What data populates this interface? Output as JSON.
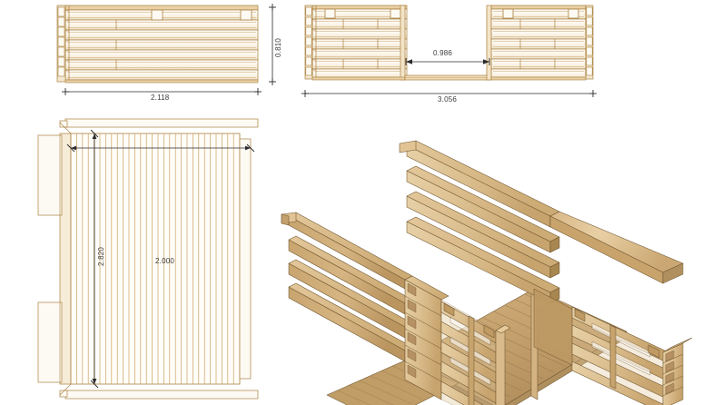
{
  "drawing": {
    "title": "Log carport shelter technical drawing",
    "background_color": "#ffffff",
    "line_color": "#a9803f",
    "fill_light": "#fdfaf3",
    "fill_mid": "#e8cfa4",
    "fill_dark": "#c9a163",
    "dimension_color": "#2b2b2b"
  },
  "views": {
    "front_elevation": {
      "name": "front-elevation",
      "dimensions": {
        "width_label": "2.118",
        "height_label": "0.810"
      },
      "log_courses": 7,
      "notch_posts": 1
    },
    "side_elevation": {
      "name": "side-elevation",
      "dimensions": {
        "overall_width_label": "3.056",
        "opening_width_label": "0.986"
      },
      "log_courses": 7,
      "wall_segments": 2
    },
    "plan_view": {
      "name": "plan-view",
      "dimensions": {
        "width_label": "2.000",
        "depth_label": "2.820"
      },
      "deck_board_count": 29
    },
    "isometric_view": {
      "name": "isometric-3d-view",
      "description": "3D perspective of open-sided log shelter with slatted walls and plank deck",
      "rail_count_left": 4,
      "rail_count_right": 4
    }
  },
  "dimension_values": {
    "d_2118": "2.118",
    "d_0810": "0.810",
    "d_3056": "3.056",
    "d_0986": "0.986",
    "d_2000": "2.000",
    "d_2820": "2.820"
  }
}
